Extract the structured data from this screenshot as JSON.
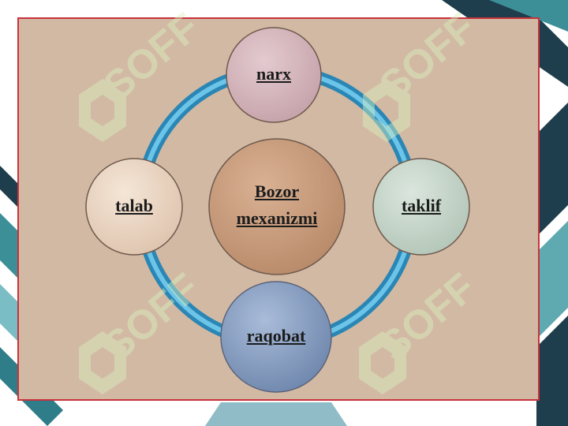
{
  "diagram": {
    "center": {
      "line1": "Bozor",
      "line2": "mexanizmi"
    },
    "nodes": {
      "top": "narx",
      "left": "talab",
      "right": "taklif",
      "bottom": "raqobat"
    }
  },
  "watermark": {
    "text": "SOFF"
  },
  "colors": {
    "panel": "#d2b9a4",
    "panel_border": "#c8323c",
    "ring": "#3aa2cf",
    "node_top": "#d3b3ba",
    "node_left": "#ecd6c2",
    "node_right": "#c7d6cb",
    "node_center": "#c99c7c",
    "node_bottom": "#8aa1c3"
  }
}
